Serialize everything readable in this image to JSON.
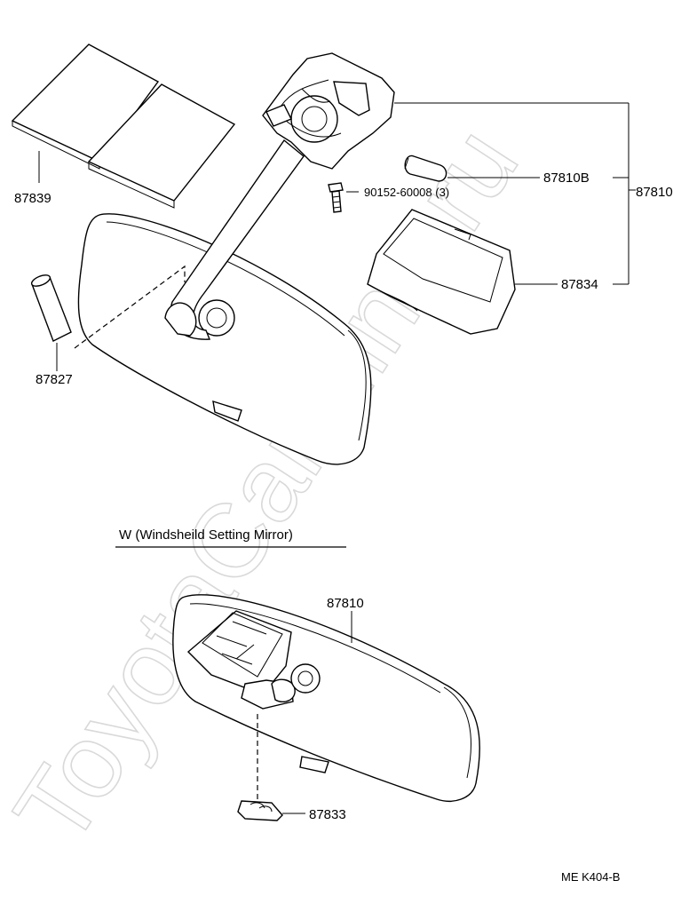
{
  "watermark": "ToyotaCarMine.ru",
  "parts": {
    "sunvisor_pad": "87839",
    "bulb": "87810B",
    "screw": "90152-60008 (3)",
    "mirror_assy": "87810",
    "lamp_cover": "87834",
    "cap": "87827",
    "w_mirror_assy": "87810",
    "w_cover": "87833"
  },
  "section_heading": "W (Windsheild Setting Mirror)",
  "diagram_code": "ME  K404-B"
}
